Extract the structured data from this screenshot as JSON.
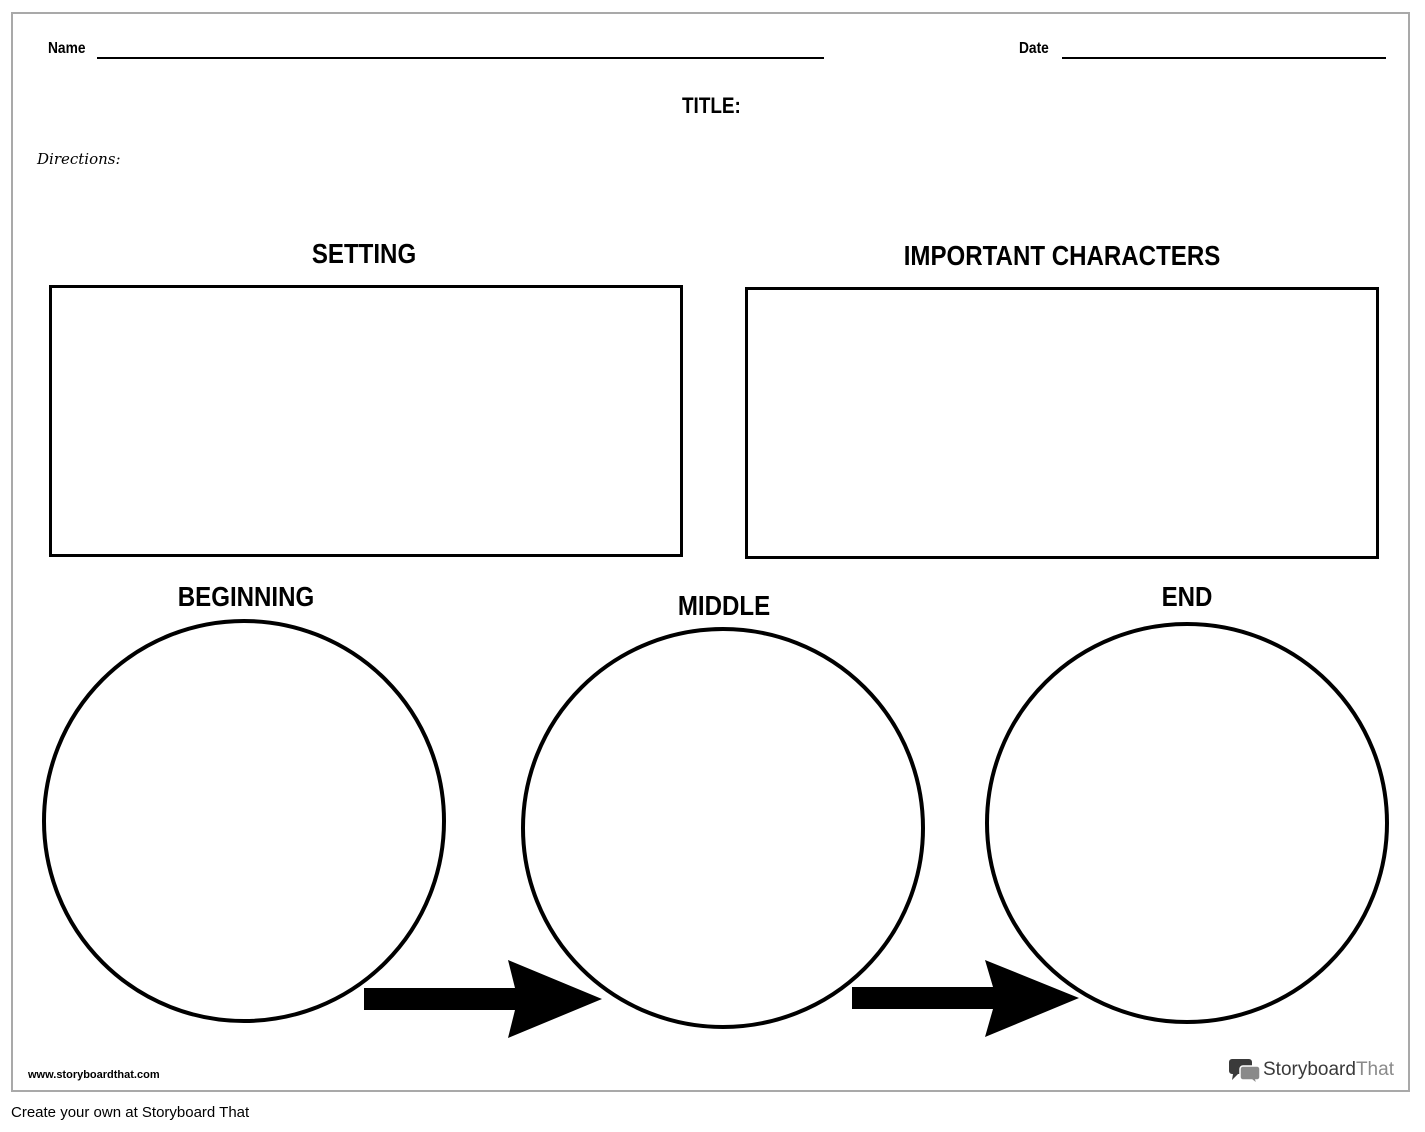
{
  "header": {
    "name_label": "Name",
    "date_label": "Date",
    "title_label": "TITLE:",
    "directions_label": "Directions:"
  },
  "sections": {
    "setting": "SETTING",
    "characters": "IMPORTANT CHARACTERS",
    "beginning": "BEGINNING",
    "middle": "MIDDLE",
    "end": "END"
  },
  "footer": {
    "url": "www.storyboardthat.com",
    "brand_part1": "Storyboard",
    "brand_part2": "That",
    "brand_icon": "speech-bubbles-icon"
  },
  "caption": "Create your own at Storyboard That",
  "colors": {
    "ink": "#000000",
    "frame": "#a9a9a9",
    "brand_dark": "#3a3a3a",
    "brand_light": "#8a8a8a"
  }
}
